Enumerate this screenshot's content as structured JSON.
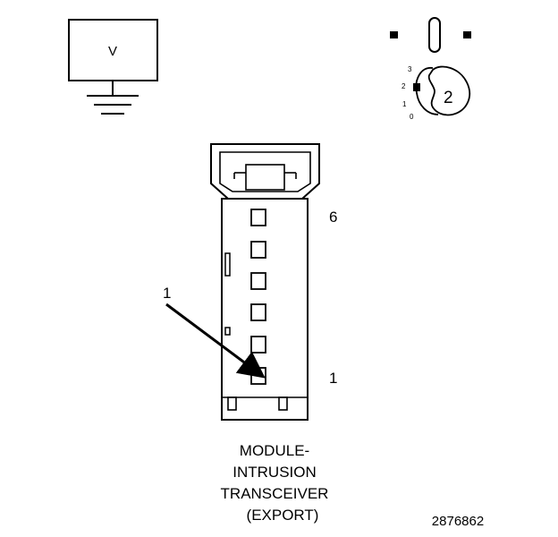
{
  "meter": {
    "label": "V"
  },
  "key_switch": {
    "position_labels": [
      "3",
      "2",
      "1",
      "0"
    ],
    "key_number": "2"
  },
  "connector": {
    "pin_labels": {
      "top": "6",
      "bottom": "1"
    },
    "callout": "1"
  },
  "caption": {
    "lines": [
      "MODULE-",
      "INTRUSION",
      "TRANSCEIVER",
      "(EXPORT)"
    ]
  },
  "figure_number": "2876862"
}
